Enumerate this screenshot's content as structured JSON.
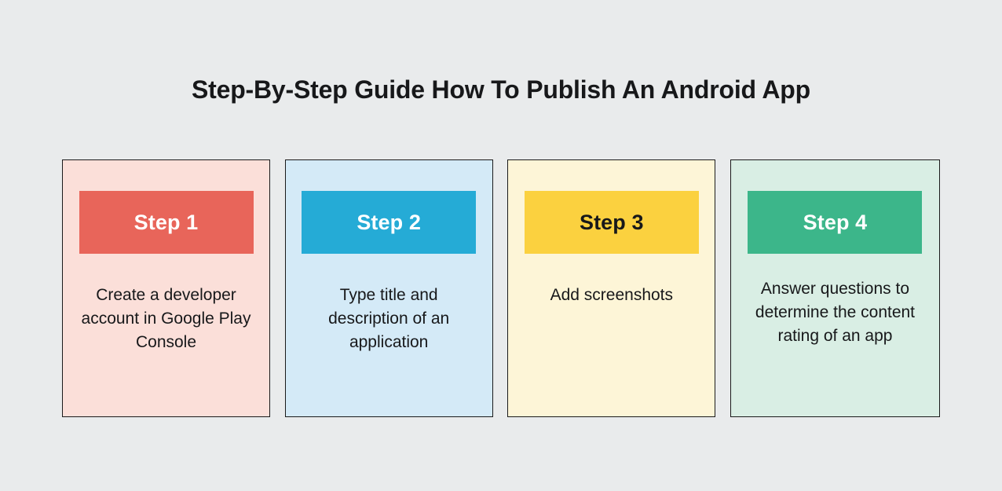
{
  "page": {
    "title": "Step-By-Step Guide How To Publish An Android App",
    "background_color": "#e9ebec",
    "text_color": "#17181a"
  },
  "cards": [
    {
      "step_label": "Step 1",
      "description": "Create a developer account in Google Play Console",
      "card_background": "#fbdfd9",
      "header_background": "#e8655a",
      "header_text_color": "#ffffff",
      "border_color": "#1b1b1b"
    },
    {
      "step_label": "Step 2",
      "description": "Type title and description of an application",
      "card_background": "#d4eaf7",
      "header_background": "#25abd6",
      "header_text_color": "#ffffff",
      "border_color": "#1b1b1b"
    },
    {
      "step_label": "Step 3",
      "description": "Add screenshots",
      "card_background": "#fdf5d7",
      "header_background": "#fbd13f",
      "header_text_color": "#17181a",
      "border_color": "#1b1b1b"
    },
    {
      "step_label": "Step 4",
      "description": "Answer questions to determine the content rating of an app",
      "card_background": "#d9eee4",
      "header_background": "#3cb68a",
      "header_text_color": "#ffffff",
      "border_color": "#1b1b1b"
    }
  ]
}
